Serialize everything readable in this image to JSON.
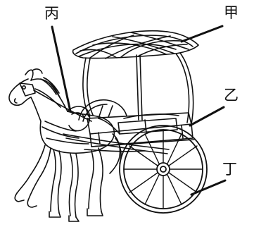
{
  "labels": {
    "bing": "丙",
    "jia": "甲",
    "yi": "乙",
    "ding": "丁"
  },
  "colors": {
    "ink": "#111111",
    "background": "#ffffff"
  }
}
